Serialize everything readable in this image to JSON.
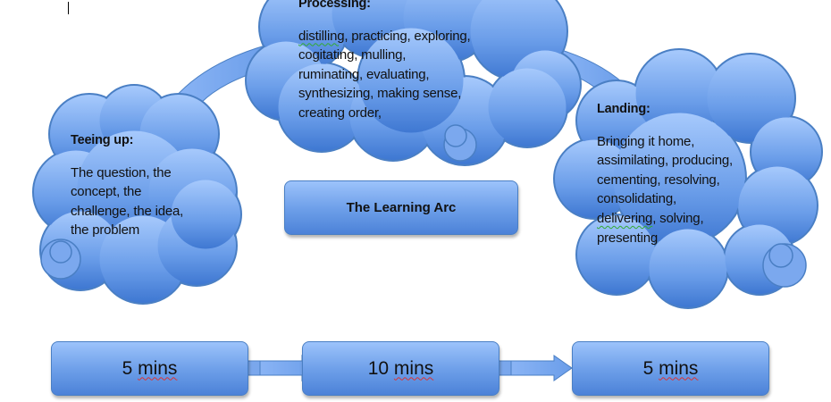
{
  "clouds": {
    "teeing": {
      "heading": "Teeing up:",
      "body": "The question, the concept, the challenge, the idea, the problem",
      "lines": [
        "The question, the",
        "concept, the",
        "challenge, the idea,",
        "the problem"
      ]
    },
    "processing": {
      "heading": "Processing:",
      "first_word": "distilling",
      "lines": [
        ", practicing, exploring,",
        "cogitating, mulling,",
        "ruminating, evaluating,",
        "synthesizing, making sense,",
        "creating order,"
      ]
    },
    "landing": {
      "heading": "Landing:",
      "lines": [
        "Bringing it home,",
        "assimilating, producing,",
        "cementing, resolving,",
        "consolidating,"
      ],
      "delivering_word": "delivering",
      "last_lines": [
        ", solving,",
        "presenting"
      ]
    }
  },
  "center_label": "The Learning Arc",
  "timeline": [
    {
      "value": "5",
      "unit": "mins"
    },
    {
      "value": "10",
      "unit": "mins"
    },
    {
      "value": "5",
      "unit": "mins"
    }
  ],
  "colors": {
    "fill_light": "#9cc3fb",
    "fill_dark": "#4c82d8",
    "stroke": "#4a7fc4"
  }
}
